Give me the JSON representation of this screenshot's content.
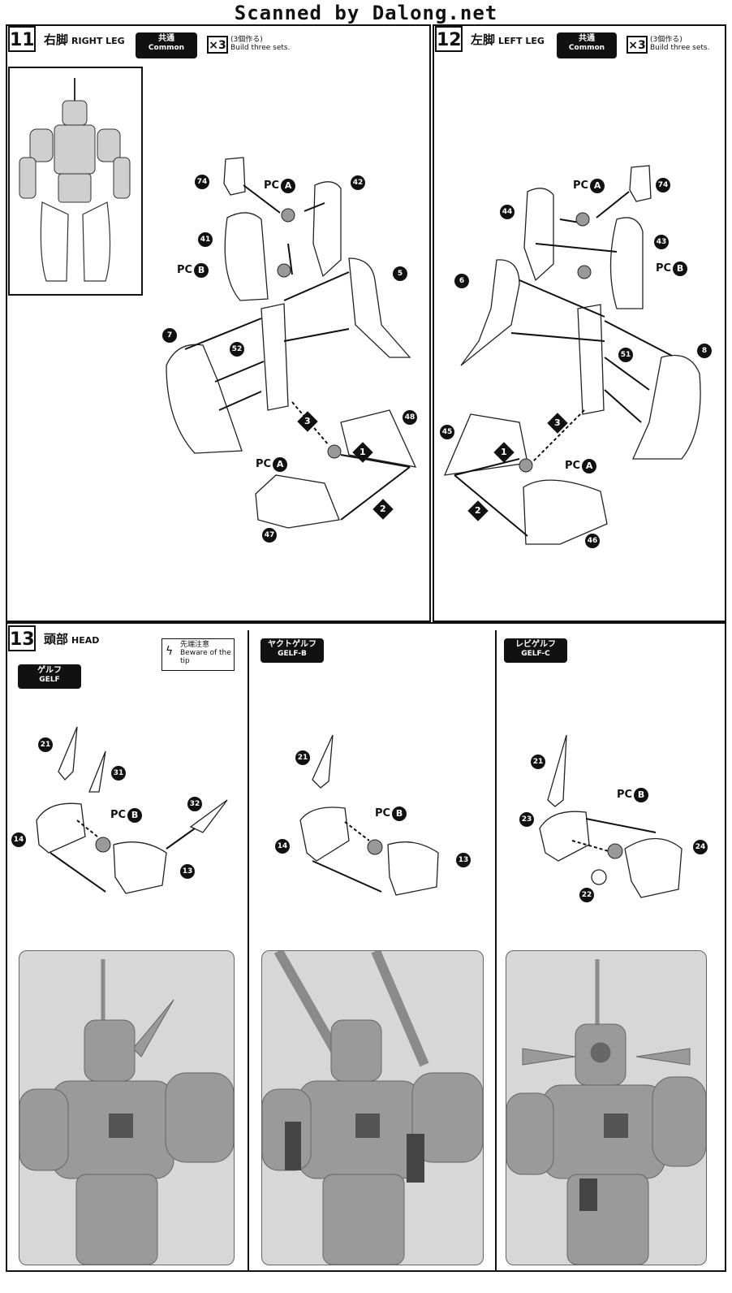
{
  "watermark": "Scanned by Dalong.net",
  "steps": [
    {
      "number": "11",
      "title_jp": "右脚",
      "title_en": "RIGHT LEG",
      "badge_jp": "共通",
      "badge_en": "Common",
      "multiplier": "×3",
      "note_jp": "(3個作る)",
      "note_en": "Build three sets.",
      "parts": [
        "74",
        "42",
        "41",
        "5",
        "7",
        "52",
        "48",
        "47"
      ],
      "pc": [
        {
          "label": "PC",
          "letter": "A"
        },
        {
          "label": "PC",
          "letter": "B"
        },
        {
          "label": "PC",
          "letter": "A"
        }
      ],
      "order": [
        "1",
        "2",
        "3"
      ]
    },
    {
      "number": "12",
      "title_jp": "左脚",
      "title_en": "LEFT LEG",
      "badge_jp": "共通",
      "badge_en": "Common",
      "multiplier": "×3",
      "note_jp": "(3個作る)",
      "note_en": "Build three sets.",
      "parts": [
        "74",
        "44",
        "43",
        "6",
        "8",
        "51",
        "45",
        "46"
      ],
      "pc": [
        {
          "label": "PC",
          "letter": "A"
        },
        {
          "label": "PC",
          "letter": "B"
        },
        {
          "label": "PC",
          "letter": "A"
        }
      ],
      "order": [
        "1",
        "2",
        "3"
      ]
    },
    {
      "number": "13",
      "title_jp": "頭部",
      "title_en": "HEAD",
      "caution_jp": "先端注意",
      "caution_en": "Beware of the tip",
      "variants": [
        {
          "badge_jp": "ゲルフ",
          "badge_en": "GELF",
          "parts": [
            "21",
            "31",
            "32",
            "14",
            "13"
          ],
          "pc": {
            "label": "PC",
            "letter": "B"
          }
        },
        {
          "badge_jp": "ヤクトゲルフ",
          "badge_en": "GELF-B",
          "parts": [
            "21",
            "14",
            "13"
          ],
          "pc": {
            "label": "PC",
            "letter": "B"
          }
        },
        {
          "badge_jp": "レビゲルフ",
          "badge_en": "GELF-C",
          "parts": [
            "21",
            "23",
            "24",
            "22"
          ],
          "pc": {
            "label": "PC",
            "letter": "B"
          }
        }
      ]
    }
  ],
  "colors": {
    "ink": "#111111",
    "photo": "#d7d7d7",
    "part": "#ffffff"
  }
}
